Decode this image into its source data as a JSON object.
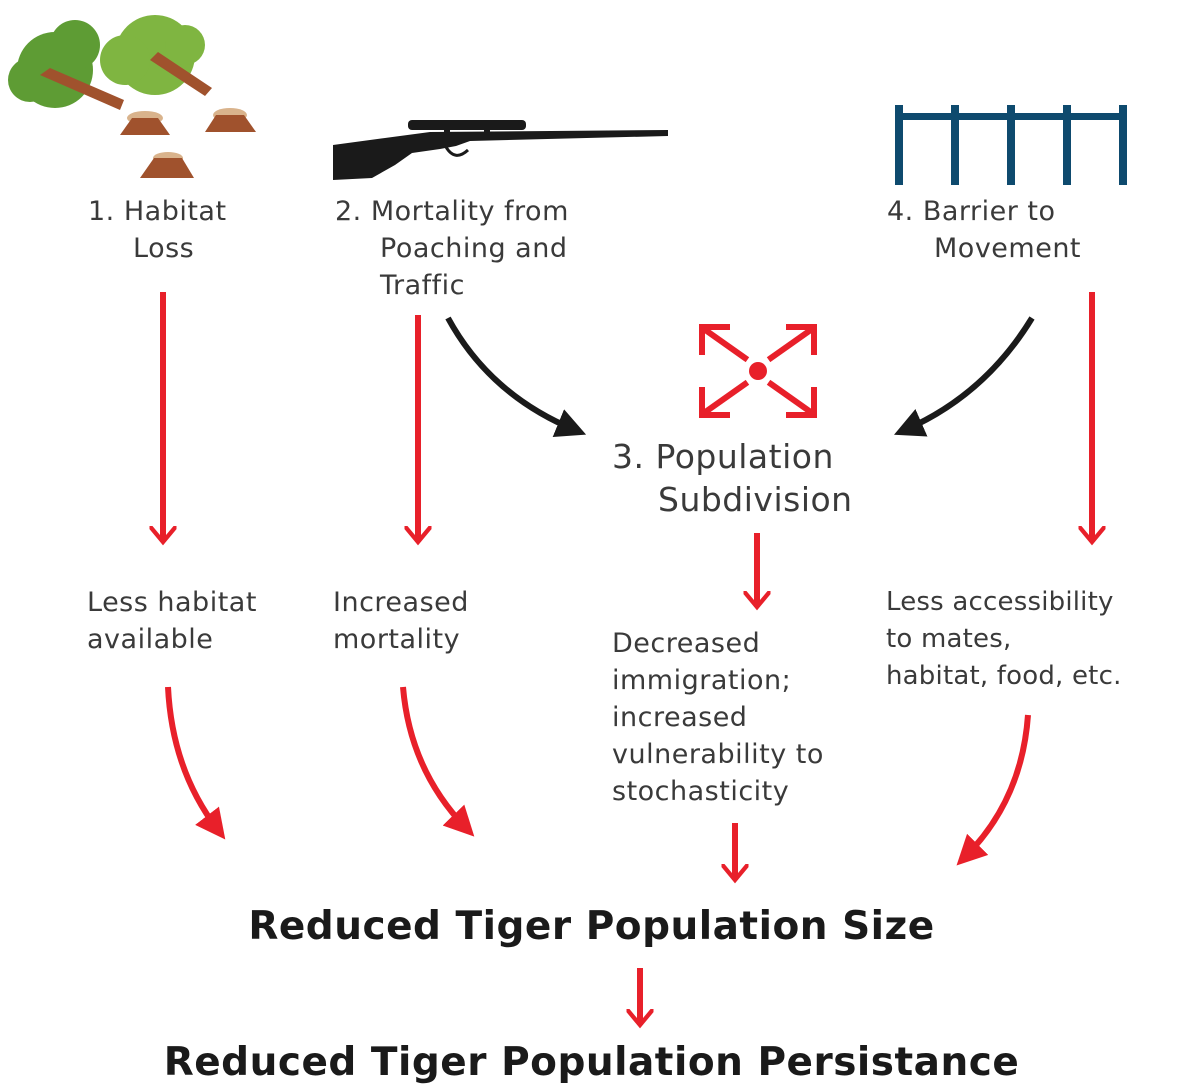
{
  "factors": {
    "habitat_loss": {
      "line1": "1. Habitat",
      "line2": "Loss",
      "icon": "deforestation-icon"
    },
    "mortality": {
      "line1": "2. Mortality from",
      "line2": "Poaching and",
      "line3": "Traffic",
      "icon": "rifle-icon"
    },
    "subdivision": {
      "line1": "3. Population",
      "line2": "Subdivision",
      "icon": "scatter-arrows-icon"
    },
    "barrier": {
      "line1": "4. Barrier to",
      "line2": "Movement",
      "icon": "fence-icon"
    }
  },
  "effects": {
    "habitat": {
      "line1": "Less habitat",
      "line2": "available"
    },
    "mortality": {
      "line1": "Increased",
      "line2": "mortality"
    },
    "immigration": {
      "line1": "Decreased",
      "line2": "immigration;",
      "line3": "increased",
      "line4": "vulnerability to",
      "line5": "stochasticity"
    },
    "access": {
      "line1": "Less accessibility",
      "line2": "to mates,",
      "line3": "habitat, food, etc."
    }
  },
  "outcome": {
    "size": "Reduced Tiger Population Size",
    "persistence": "Reduced Tiger Population Persistance"
  },
  "colors": {
    "red_arrow": "#e8202a",
    "black_arrow": "#1a1a1a",
    "fence": "#0e4a6e",
    "tree_light": "#7fb541",
    "tree_dark": "#5e9c34",
    "trunk": "#a0522d"
  }
}
